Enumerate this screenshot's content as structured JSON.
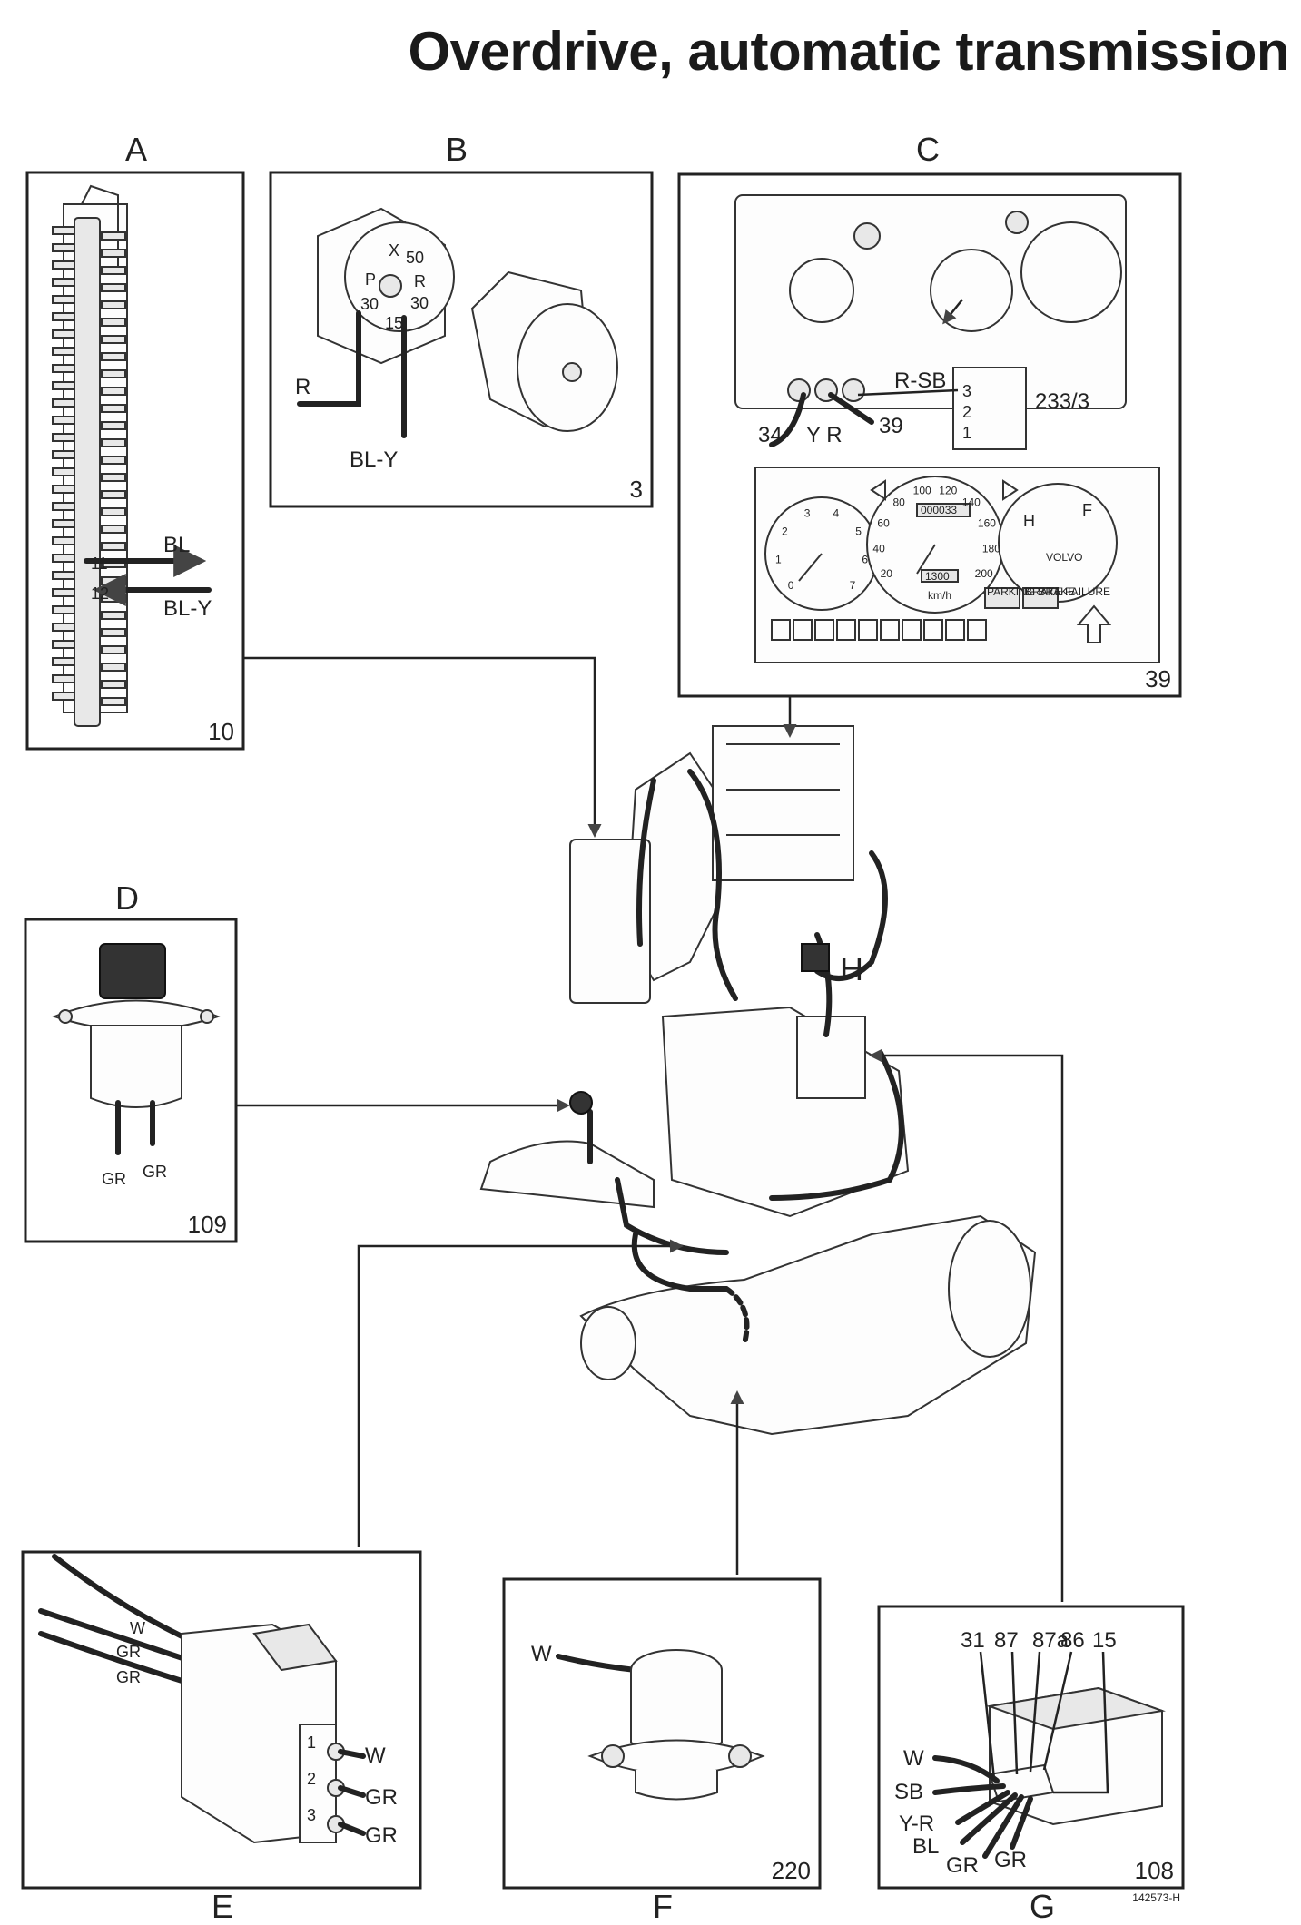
{
  "title": "Overdrive, automatic transmission",
  "panels": {
    "A": {
      "letter": "A",
      "number": "10",
      "terminals": [
        "11",
        "12"
      ],
      "wires": [
        "BL",
        "BL-Y"
      ]
    },
    "B": {
      "letter": "B",
      "number": "3",
      "terminals": [
        "X",
        "50",
        "P",
        "R",
        "30",
        "30",
        "15"
      ],
      "wires": [
        "R",
        "BL-Y"
      ]
    },
    "C": {
      "letter": "C",
      "number": "39",
      "connector": "233/3",
      "pins": [
        "3",
        "2",
        "1"
      ],
      "wires": [
        "34",
        "Y R",
        "39",
        "R-SB"
      ],
      "speedo": [
        "20",
        "40",
        "60",
        "80",
        "100",
        "120",
        "140",
        "160",
        "180",
        "200"
      ],
      "speedo_unit": "km/h",
      "odometer": "000033",
      "trip": "1300",
      "tacho": [
        "0",
        "1",
        "2",
        "3",
        "4",
        "5",
        "6",
        "7"
      ],
      "temp_mark": "H",
      "fuel_mark": "F",
      "brand": "VOLVO",
      "lamp_parking": "PARKING BRAKE",
      "lamp_brake": "BRAKE FAILURE"
    },
    "D": {
      "letter": "D",
      "number": "109",
      "wires": [
        "GR",
        "GR"
      ]
    },
    "E": {
      "letter": "E",
      "wires_left": [
        "W",
        "GR",
        "GR"
      ],
      "pins": [
        "1",
        "2",
        "3"
      ],
      "wires_right": [
        "W",
        "GR",
        "GR"
      ]
    },
    "F": {
      "letter": "F",
      "number": "220",
      "wires": [
        "W"
      ]
    },
    "G": {
      "letter": "G",
      "number": "108",
      "terminals": [
        "31",
        "87",
        "87a",
        "86",
        "15"
      ],
      "wires": [
        "W",
        "SB",
        "Y-R",
        "BL",
        "GR",
        "GR"
      ]
    },
    "H": {
      "letter": "H"
    }
  },
  "figure_code": "142573-H"
}
